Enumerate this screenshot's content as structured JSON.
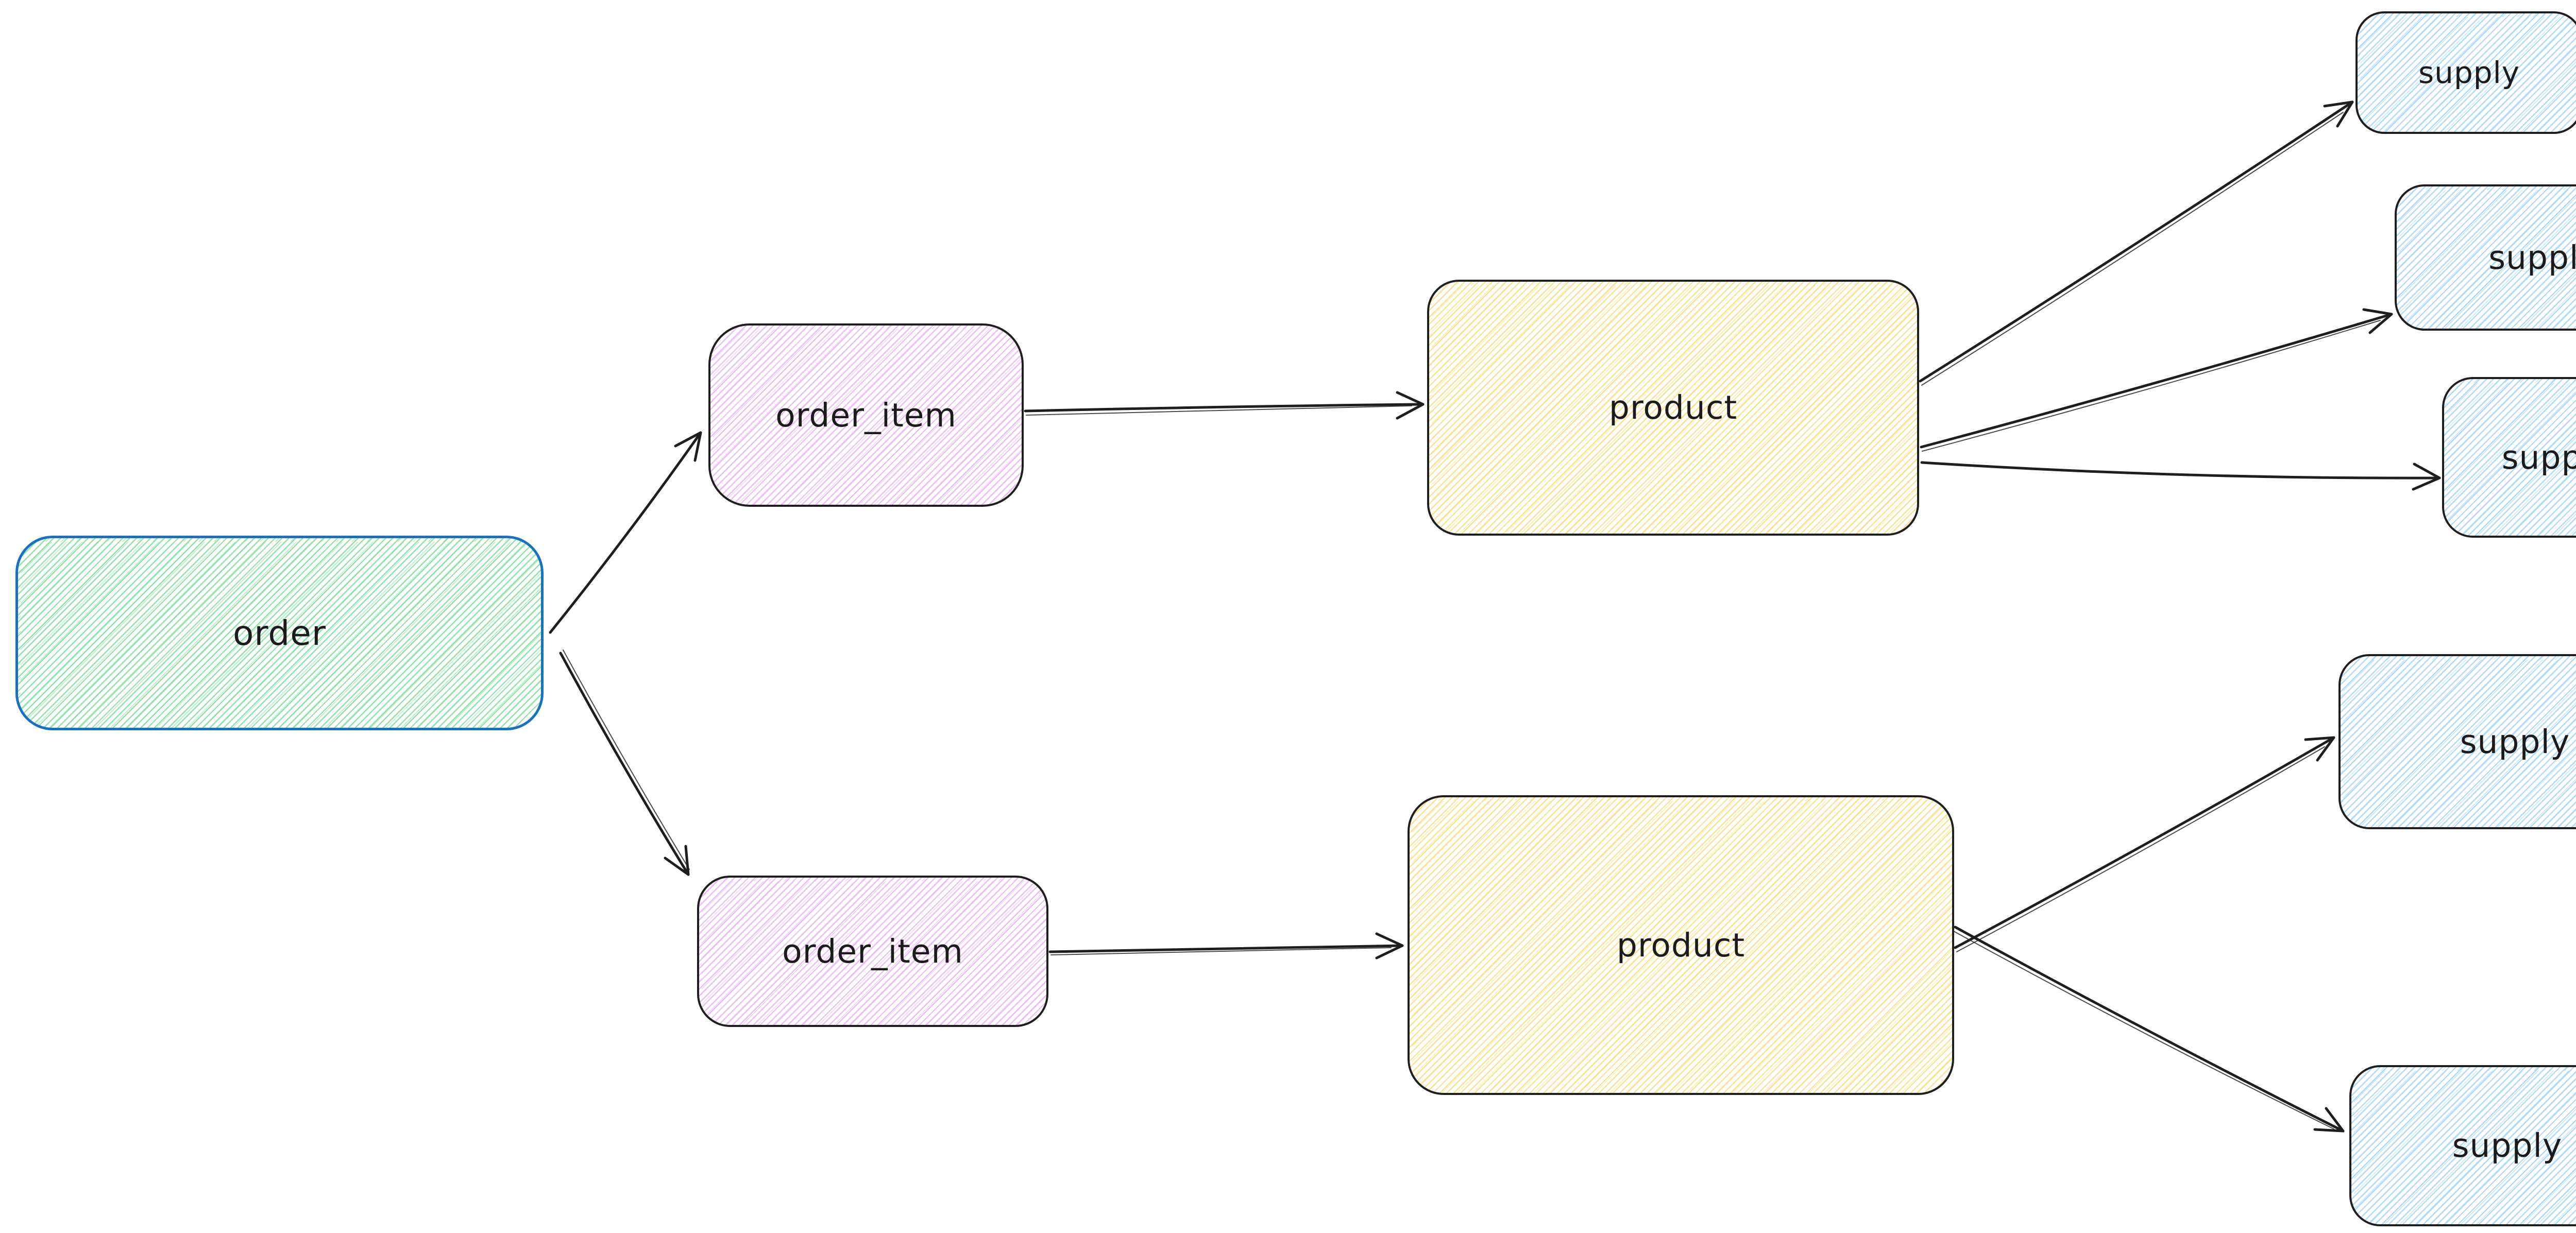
{
  "diagram": {
    "nodes": [
      {
        "id": "order",
        "label": "order",
        "fill": "green",
        "border": "#1971c2"
      },
      {
        "id": "order_item_1",
        "label": "order_item",
        "fill": "violet",
        "border": "#1e1e1e"
      },
      {
        "id": "order_item_2",
        "label": "order_item",
        "fill": "violet",
        "border": "#1e1e1e"
      },
      {
        "id": "product_1",
        "label": "product",
        "fill": "yellow",
        "border": "#1e1e1e"
      },
      {
        "id": "product_2",
        "label": "product",
        "fill": "yellow",
        "border": "#1e1e1e"
      },
      {
        "id": "supply_1",
        "label": "supply",
        "fill": "blue",
        "border": "#1e1e1e"
      },
      {
        "id": "supply_2",
        "label": "supply",
        "fill": "blue",
        "border": "#1e1e1e"
      },
      {
        "id": "supply_3",
        "label": "supply",
        "fill": "blue",
        "border": "#1e1e1e"
      },
      {
        "id": "supply_4",
        "label": "supply",
        "fill": "blue",
        "border": "#1e1e1e"
      },
      {
        "id": "supply_5",
        "label": "supply",
        "fill": "blue",
        "border": "#1e1e1e"
      }
    ],
    "edges": [
      {
        "from": "order",
        "to": "order_item_1"
      },
      {
        "from": "order",
        "to": "order_item_2"
      },
      {
        "from": "order_item_1",
        "to": "product_1"
      },
      {
        "from": "order_item_2",
        "to": "product_2"
      },
      {
        "from": "product_1",
        "to": "supply_1"
      },
      {
        "from": "product_1",
        "to": "supply_2"
      },
      {
        "from": "product_1",
        "to": "supply_3"
      },
      {
        "from": "product_2",
        "to": "supply_4"
      },
      {
        "from": "product_2",
        "to": "supply_5"
      }
    ],
    "palette": {
      "background": "#ffffff",
      "stroke_dark": "#1e1e1e",
      "order_border_blue": "#1971c2",
      "hatch_green": "#7cde96",
      "hatch_violet": "#e7b2f2",
      "hatch_yellow": "#f8dd80",
      "hatch_blue": "#a4d6f5",
      "text": "#1b1b1b"
    }
  }
}
